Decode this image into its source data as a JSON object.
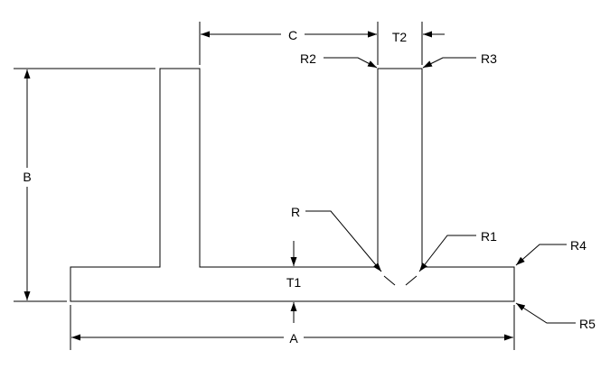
{
  "labels": {
    "a": "A",
    "b": "B",
    "c": "C",
    "t1": "T1",
    "t2": "T2",
    "r": "R",
    "r1": "R1",
    "r2": "R2",
    "r3": "R3",
    "r4": "R4",
    "r5": "R5"
  },
  "colors": {
    "stroke": "#000000",
    "background": "#ffffff"
  }
}
